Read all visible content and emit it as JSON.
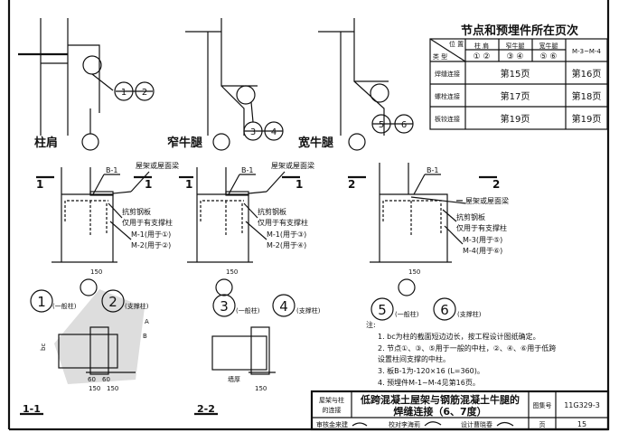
{
  "index_table": {
    "title": "节点和预埋件所在页次",
    "corner_top": "位 置",
    "corner_bottom": "类 型",
    "headers": [
      "柱 肩",
      "窄牛腿",
      "宽牛腿",
      "M-3~M-4"
    ],
    "subheaders": [
      "① ②",
      "③ ④",
      "⑤ ⑥"
    ],
    "rows": [
      {
        "type": "焊缝连接",
        "page": "第15页",
        "m_page": "第16页"
      },
      {
        "type": "螺栓连接",
        "page": "第17页",
        "m_page": "第18页"
      },
      {
        "type": "板铰连接",
        "page": "第19页",
        "m_page": "第19页"
      }
    ]
  },
  "elevations": [
    {
      "label": "柱肩",
      "callouts": [
        "1",
        "2"
      ]
    },
    {
      "label": "窄牛腿",
      "callouts": [
        "3",
        "4"
      ]
    },
    {
      "label": "宽牛腿",
      "callouts": [
        "5",
        "6"
      ]
    }
  ],
  "sections": [
    {
      "cut": "1",
      "b1": "B-1",
      "truss": "屋架或屋面梁",
      "plate": "抗剪钢板",
      "plate_note": "仅用于有支撑柱",
      "m_a": "M-1(用于①)",
      "m_b": "M-2(用于②)",
      "dim": "150"
    },
    {
      "cut": "1",
      "b1": "B-1",
      "truss": "屋架或屋面梁",
      "plate": "抗剪钢板",
      "plate_note": "仅用于有支撑柱",
      "m_a": "M-1(用于③)",
      "m_b": "M-2(用于④)",
      "dim": "150"
    },
    {
      "cut": "2",
      "b1": "B-1",
      "truss": "屋架或屋面梁",
      "plate": "抗剪钢板",
      "plate_note": "仅用于有支撑柱",
      "m_a": "M-3(用于⑤)",
      "m_b": "M-4(用于⑥)",
      "dim": "150"
    }
  ],
  "details": {
    "n1": "1",
    "n1_label": "(一般柱)",
    "n2": "2",
    "n2_label": "(支撑柱)",
    "n3": "3",
    "n3_label": "(一般柱)",
    "n4": "4",
    "n4_label": "(支撑柱)",
    "n5": "5",
    "n5_label": "(一般柱)",
    "n6": "6",
    "n6_label": "(支撑柱)",
    "mark_a": "A",
    "mark_b": "B",
    "bc": "bc",
    "dims_1": [
      "60",
      "60",
      "150",
      "150"
    ],
    "dims_2": [
      "墙厚",
      "150"
    ],
    "plan_1": "1-1",
    "plan_2": "2-2"
  },
  "notes": {
    "heading": "注:",
    "items": [
      "1. bc为柱的截面短边边长，按工程设计图纸确定。",
      "2. 节点①、③、⑤用于一般的中柱，②、④、⑥用于低跨",
      "   设置柱间支撑的中柱。",
      "3. 板B-1为-120×16 (L=360)。",
      "4. 预埋件M-1~M-4见第16页。"
    ]
  },
  "title_block": {
    "category": [
      "屋架与柱",
      "的连接"
    ],
    "title_line1": "低跨混凝土屋架与钢筋混凝土牛腿的",
    "title_line2": "焊缝连接（6、7度）",
    "atlas_label": "图集号",
    "atlas_no": "11G329-3",
    "review_label": "审核",
    "reviewer": "金来建",
    "check_label": "校对",
    "checker": "李海莉",
    "design_label": "设计",
    "designer": "曹晓春",
    "page_label": "页",
    "page_no": "15"
  }
}
